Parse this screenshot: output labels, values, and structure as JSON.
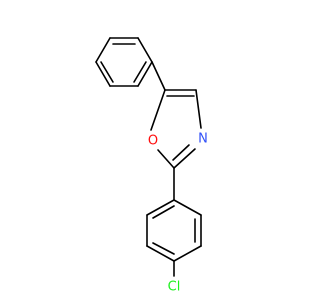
{
  "molecule": {
    "atoms": [
      {
        "id": "O1",
        "symbol": "O",
        "color": "#ff0d0d"
      },
      {
        "id": "N3",
        "symbol": "N",
        "color": "#3050f8"
      },
      {
        "id": "Cl",
        "symbol": "Cl",
        "color": "#1ff01f"
      }
    ]
  }
}
